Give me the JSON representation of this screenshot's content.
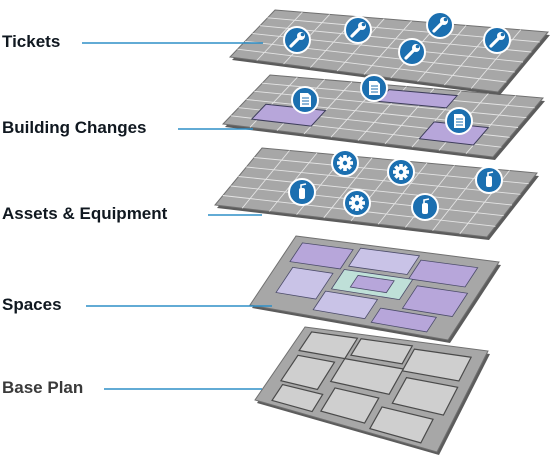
{
  "colors": {
    "label_text": "#101820",
    "label_text_muted": "#3a3a3a",
    "leader_line": "#2e8fc7",
    "grid_fill": "#a7a7a7",
    "grid_line": "#e4e4e4",
    "plate_edge": "#707070",
    "space_fill": "#b7a6da",
    "space_fill_alt": "#c9c3e7",
    "space_accent": "#bfe0d8",
    "room_fill": "#cfcfcf",
    "badge_fill": "#1b6fb0",
    "badge_ring": "#ffffff"
  },
  "layers": [
    {
      "key": "tickets",
      "label": "Tickets",
      "muted": false,
      "icon": "wrench-icon"
    },
    {
      "key": "building_changes",
      "label": "Building Changes",
      "muted": false,
      "icon": "document-icon"
    },
    {
      "key": "assets",
      "label": "Assets & Equipment",
      "muted": false,
      "icon": "gear-icon / fire-extinguisher-icon"
    },
    {
      "key": "spaces",
      "label": "Spaces",
      "muted": false,
      "icon": ""
    },
    {
      "key": "base_plan",
      "label": "Base Plan",
      "muted": true,
      "icon": ""
    }
  ]
}
